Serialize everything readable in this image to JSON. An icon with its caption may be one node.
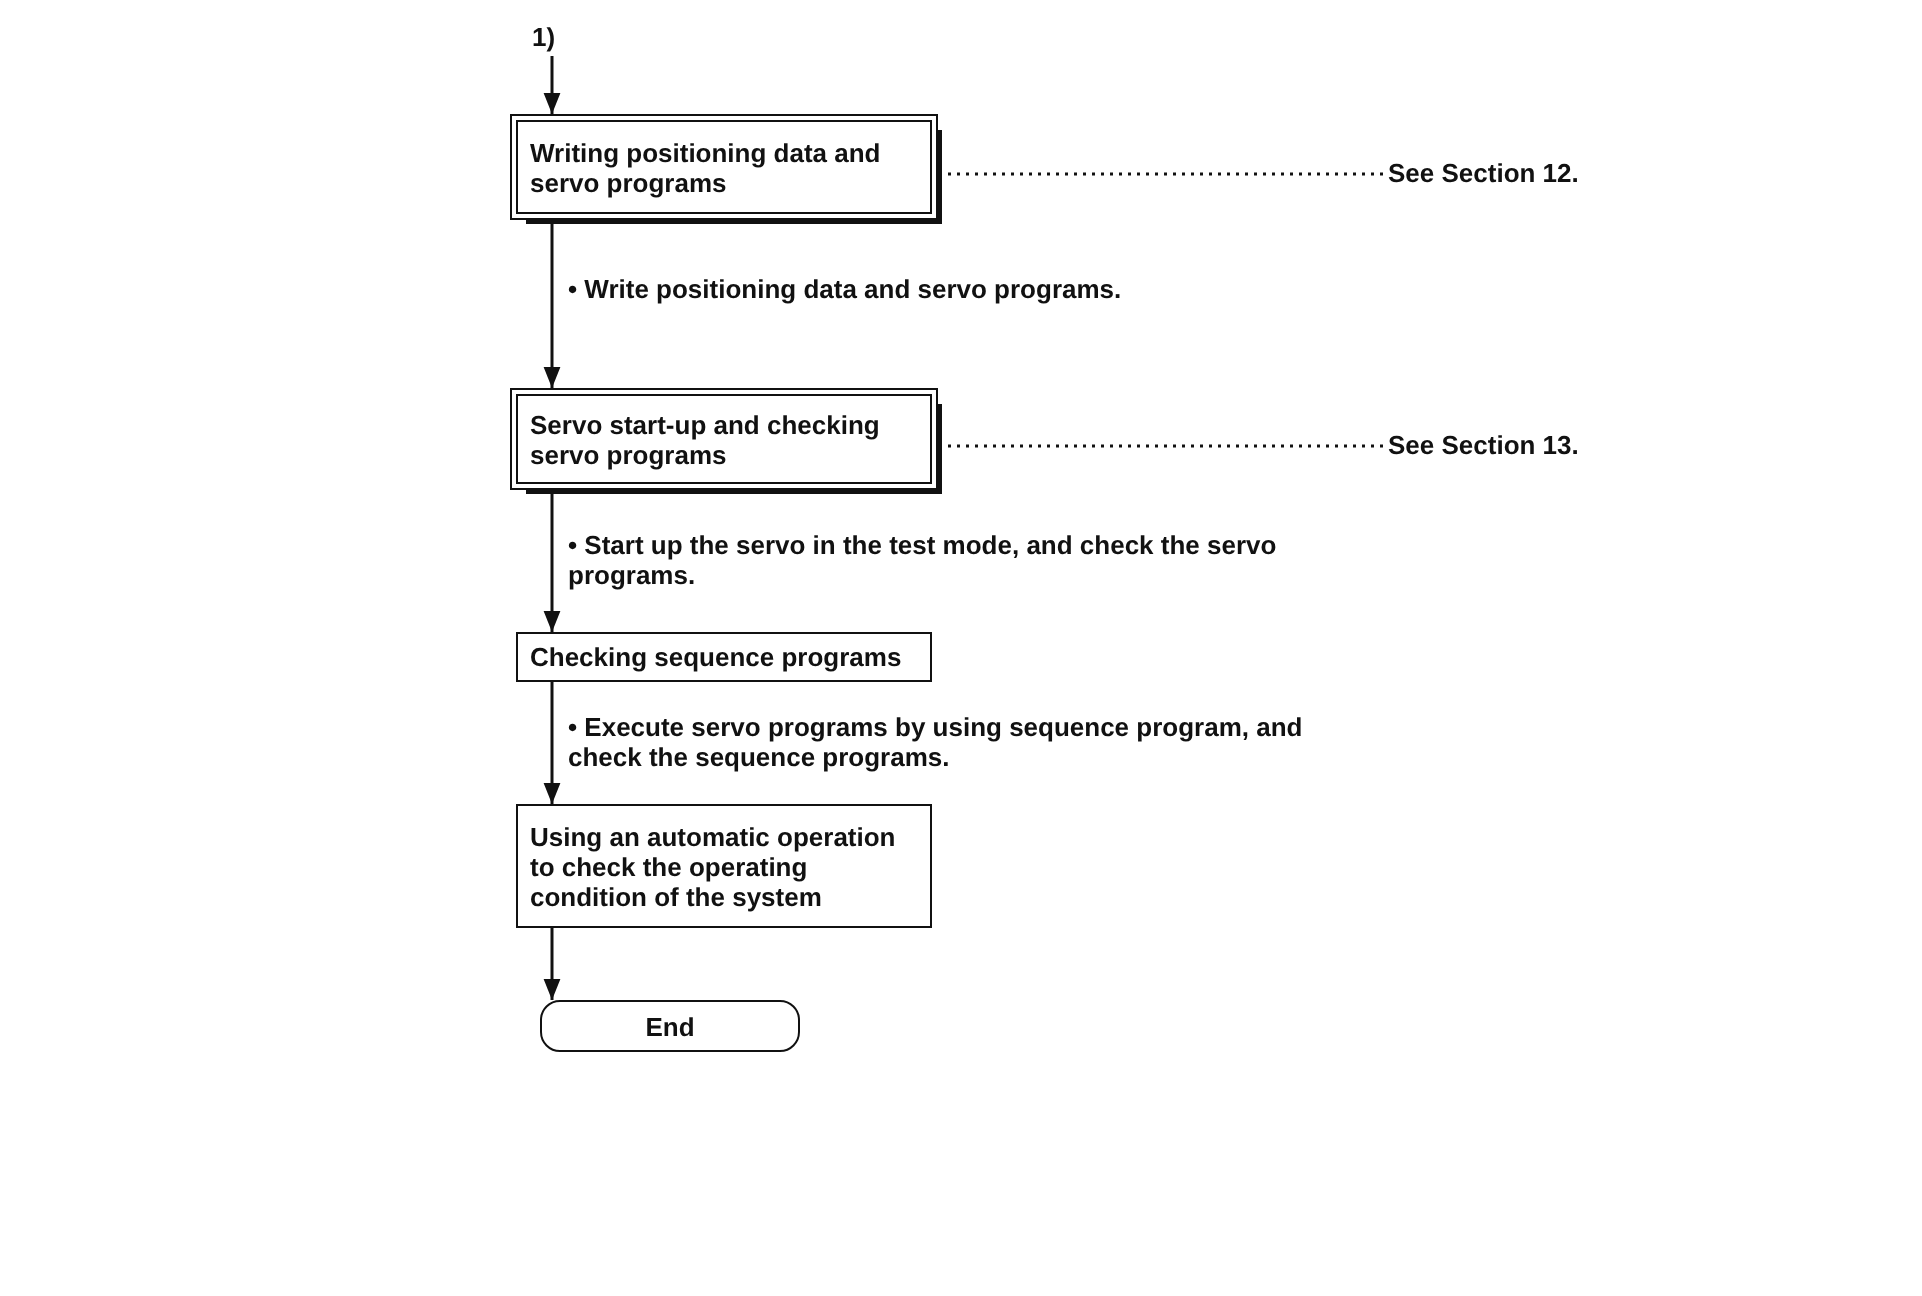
{
  "diagram": {
    "nodes": [
      {
        "text": [
          "1)"
        ]
      },
      {
        "text": [
          "Writing positioning data and servo programs"
        ]
      },
      {
        "text": [
          "See Section 12."
        ]
      },
      {
        "text": [
          "Servo start-up and checking servo programs"
        ]
      },
      {
        "text": [
          "See Section 13."
        ]
      },
      {
        "text": [
          "Checking sequence programs"
        ]
      },
      {
        "text": [
          "Using an automatic operation to check the operating condition of the system"
        ]
      },
      {
        "text": [
          "End"
        ]
      }
    ],
    "edges": [
      {
        "from": 0,
        "to": 1,
        "arrow": "to"
      },
      {
        "from": 1,
        "to": 2,
        "arrow": "none",
        "style": "dashed"
      },
      {
        "from": 1,
        "to": 3,
        "arrow": "to",
        "label": "• Write positioning data and servo programs."
      },
      {
        "from": 3,
        "to": 4,
        "arrow": "none",
        "style": "dashed"
      },
      {
        "from": 3,
        "to": 5,
        "arrow": "to",
        "label": "• Start up the servo in the test mode, and check the servo programs."
      },
      {
        "from": 5,
        "to": 6,
        "arrow": "to",
        "label": "• Execute servo programs by using sequence program, and check the sequence programs."
      },
      {
        "from": 6,
        "to": 7,
        "arrow": "to"
      }
    ]
  }
}
